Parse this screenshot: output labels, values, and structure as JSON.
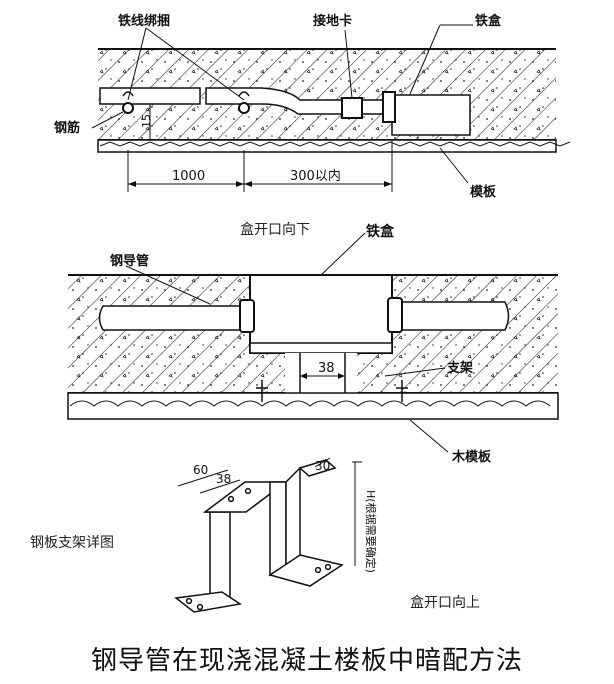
{
  "top_diagram": {
    "label_wire": "铁线绑捆",
    "label_ground_clip": "接地卡",
    "label_iron_box": "铁盒",
    "label_rebar": "钢筋",
    "label_15": "15",
    "dim_1000": "1000",
    "dim_300": "300以内",
    "label_formwork": "模板"
  },
  "middle_diagram": {
    "label_box_down": "盒开口向下",
    "label_iron_box": "铁盒",
    "label_steel_pipe": "钢导管",
    "dim_38": "38",
    "label_bracket": "支架",
    "label_wood_formwork": "木模板"
  },
  "detail": {
    "caption": "钢板支架详图",
    "dim_60": "60",
    "dim_38": "38",
    "dim_30": "30",
    "height_note": "H(根据需要确定)",
    "label_box_up": "盒开口向上"
  },
  "title": "钢导管在现浇混凝土楼板中暗配方法"
}
